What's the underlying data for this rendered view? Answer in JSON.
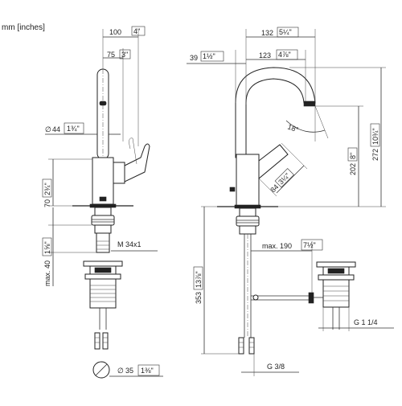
{
  "units_label": "mm [inches]",
  "left_view": {
    "width_100": "100",
    "width_100_in": "4\"",
    "width_75": "75",
    "width_75_in": "3\"",
    "diameter_44": "44",
    "diameter_44_in": "1¾\"",
    "height_70": "70",
    "height_70_in": "2¾\"",
    "max_40": "max. 40",
    "max_40_in": "1⅝\"",
    "thread_m34": "M 34x1",
    "diameter_35": "35",
    "diameter_35_in": "1⅜\""
  },
  "right_view": {
    "width_132": "132",
    "width_132_in": "5¼\"",
    "width_123": "123",
    "width_123_in": "4⅞\"",
    "offset_39": "39",
    "offset_39_in": "1½\"",
    "angle_18": "18°",
    "lever_84": "84",
    "lever_84_in": "3¼\"",
    "height_202": "202",
    "height_202_in": "8\"",
    "height_272": "272",
    "height_272_in": "10¾\"",
    "depth_353": "353",
    "depth_353_in": "13⅞\"",
    "max_190": "max. 190",
    "max_190_in": "7½\"",
    "thread_g114": "G 1 1/4",
    "thread_g38": "G 3/8"
  }
}
